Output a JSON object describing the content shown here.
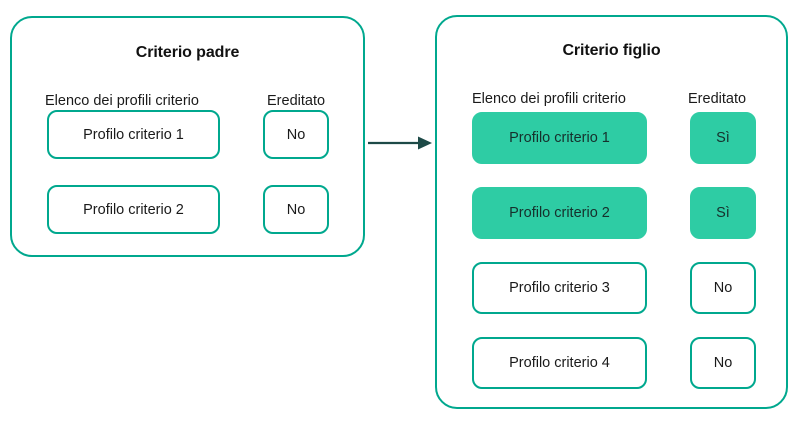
{
  "colors": {
    "panel_border": "#00a88e",
    "chip_border": "#00a88e",
    "chip_fill_inherited": "#2ecca4",
    "arrow": "#1d4a47",
    "text": "#1a1a1a",
    "background": "#ffffff"
  },
  "panels": [
    {
      "id": "parent",
      "title": "Criterio padre",
      "columns": {
        "profiles": "Elenco dei profili criterio",
        "inherited": "Ereditato"
      },
      "rows": [
        {
          "profile": "Profilo criterio 1",
          "inherited": "No",
          "is_inherited": false
        },
        {
          "profile": "Profilo criterio 2",
          "inherited": "No",
          "is_inherited": false
        }
      ]
    },
    {
      "id": "child",
      "title": "Criterio figlio",
      "columns": {
        "profiles": "Elenco dei profili criterio",
        "inherited": "Ereditato"
      },
      "rows": [
        {
          "profile": "Profilo criterio 1",
          "inherited": "Sì",
          "is_inherited": true
        },
        {
          "profile": "Profilo criterio 2",
          "inherited": "Sì",
          "is_inherited": true
        },
        {
          "profile": "Profilo criterio 3",
          "inherited": "No",
          "is_inherited": false
        },
        {
          "profile": "Profilo criterio 4",
          "inherited": "No",
          "is_inherited": false
        }
      ]
    }
  ],
  "connector": {
    "icon": "arrow-right-icon",
    "direction": "parent-to-child"
  }
}
